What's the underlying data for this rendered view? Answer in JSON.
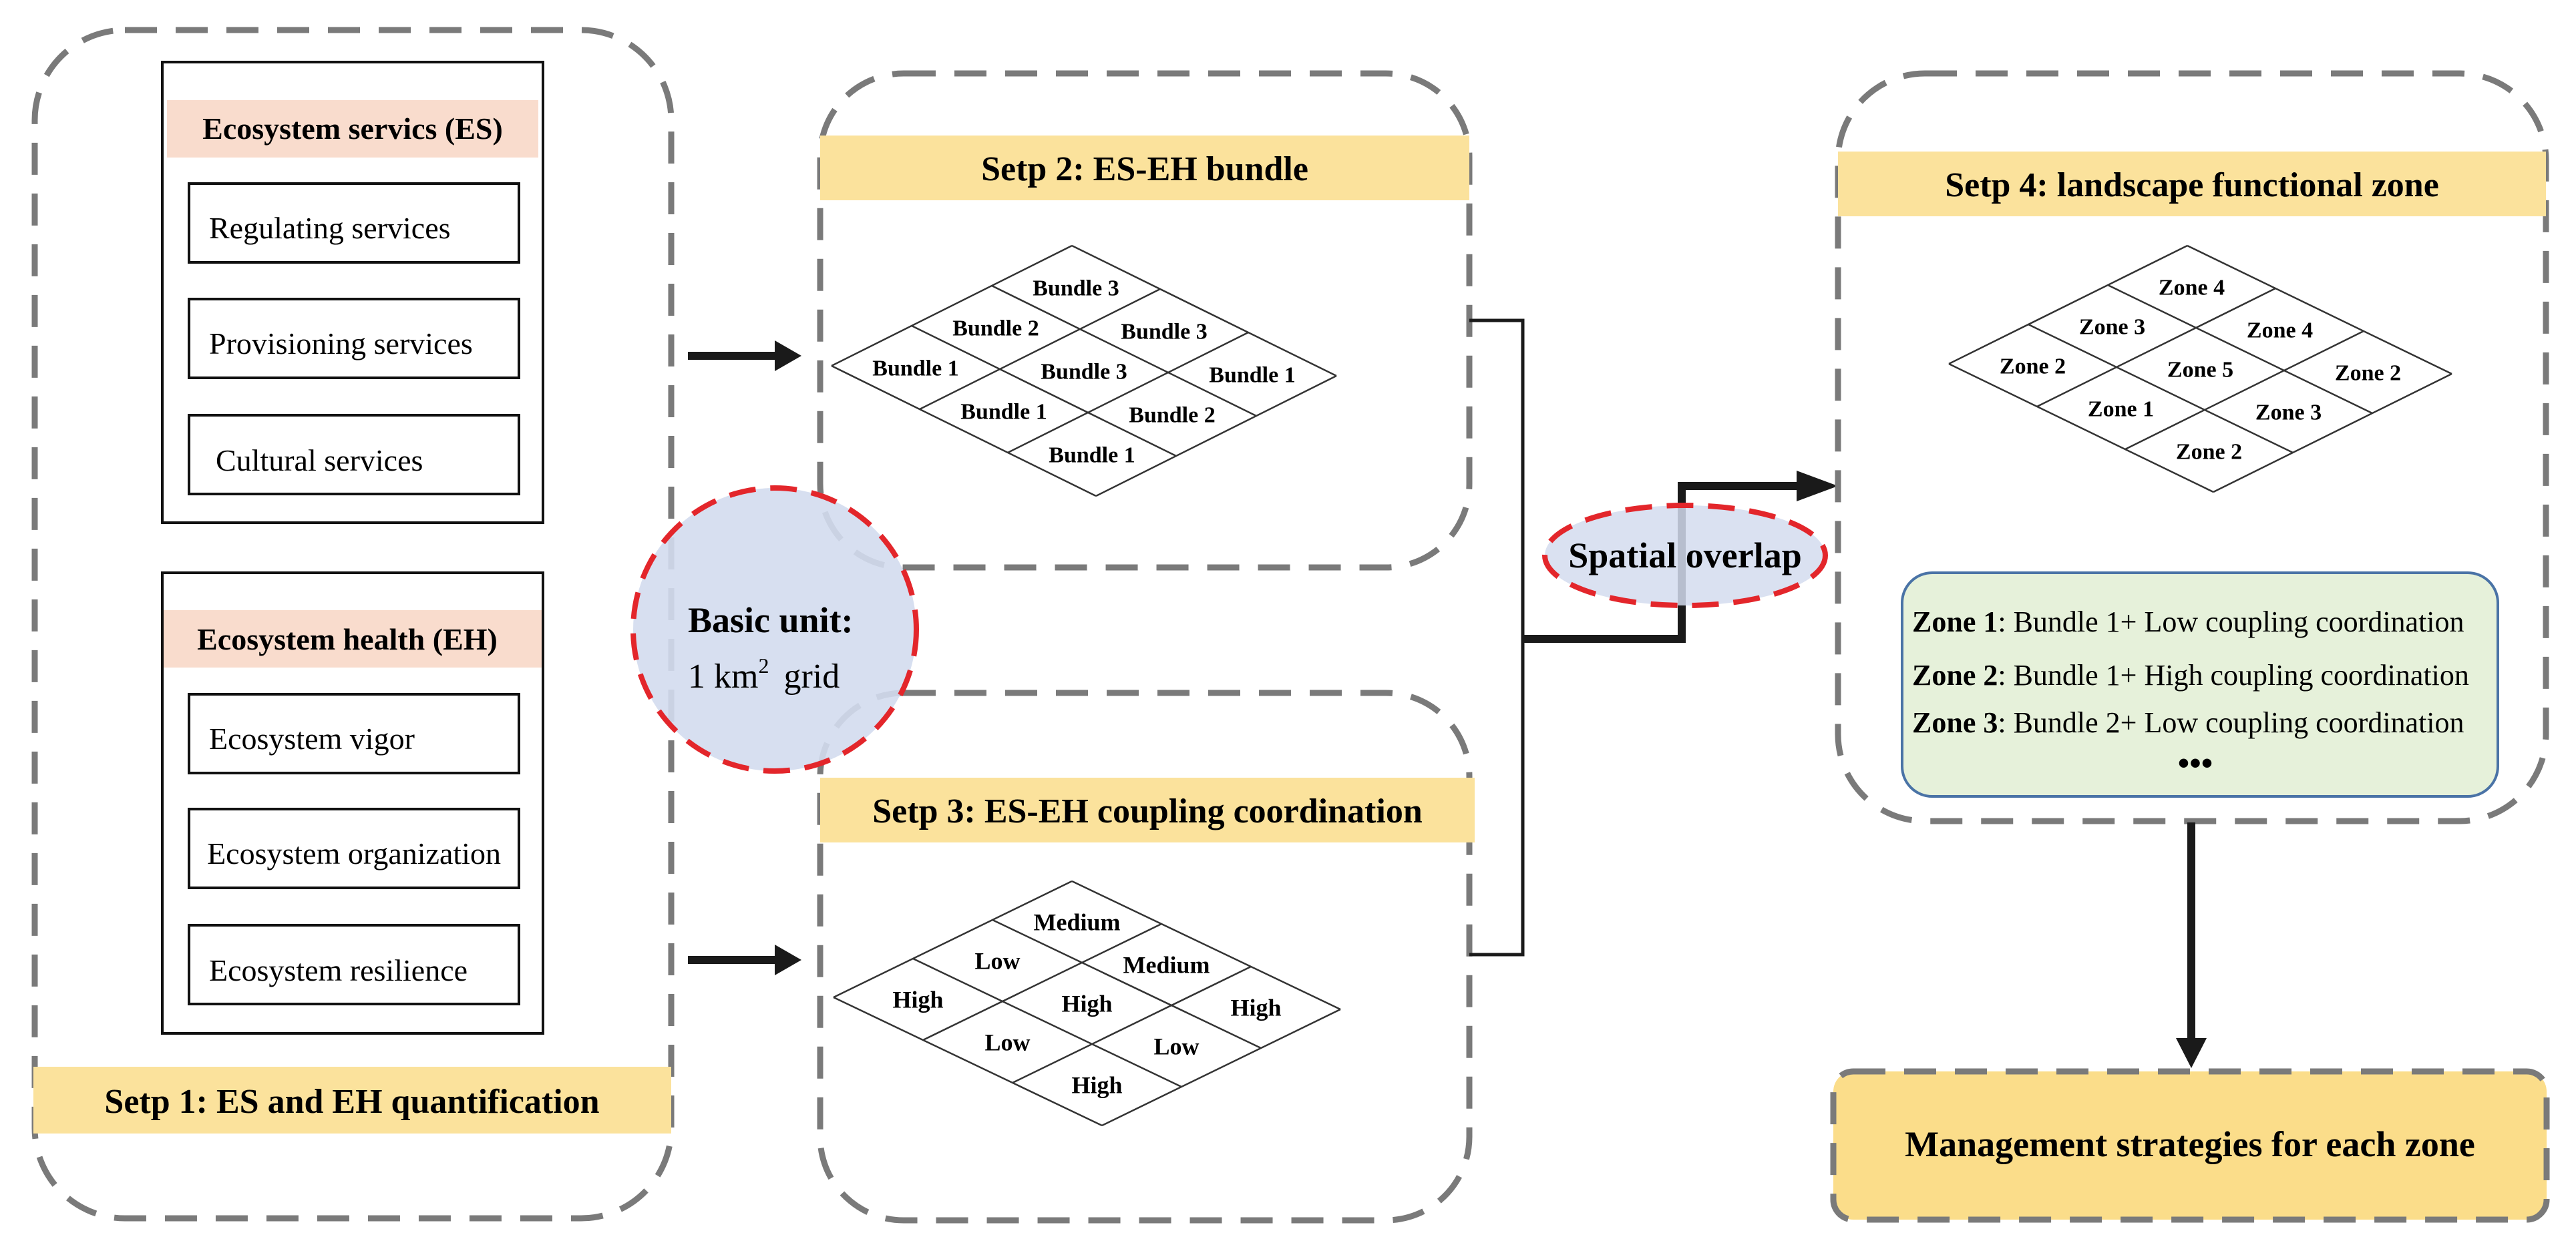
{
  "step1": {
    "title": "Setp 1: ES and EH quantification",
    "es": {
      "header": "Ecosystem servics (ES)",
      "items": [
        "Regulating services",
        "Provisioning services",
        "Cultural services"
      ]
    },
    "eh": {
      "header": "Ecosystem health (EH)",
      "items": [
        "Ecosystem vigor",
        "Ecosystem organization",
        "Ecosystem resilience"
      ]
    }
  },
  "basic_unit": {
    "title": "Basic unit:",
    "value": "1 km",
    "superscript": "2",
    "suffix": "grid"
  },
  "step2": {
    "title": "Setp 2: ES-EH bundle",
    "cells": [
      "Bundle 3",
      "Bundle 2",
      "Bundle 3",
      "Bundle 1",
      "Bundle 3",
      "Bundle 1",
      "Bundle 1",
      "Bundle 2",
      "Bundle 1"
    ]
  },
  "step3": {
    "title": "Setp 3: ES-EH coupling coordination",
    "cells": [
      "Medium",
      "Low",
      "Medium",
      "High",
      "High",
      "High",
      "Low",
      "Low",
      "High"
    ]
  },
  "spatial_overlap": "Spatial overlap",
  "step4": {
    "title": "Setp 4: landscape functional zone",
    "cells": [
      "Zone 4",
      "Zone 3",
      "Zone 4",
      "Zone 2",
      "Zone 5",
      "Zone 2",
      "Zone 1",
      "Zone 3",
      "Zone 2"
    ],
    "legend": [
      {
        "zone": "Zone 1",
        "desc": ": Bundle 1+ Low coupling coordination"
      },
      {
        "zone": "Zone 2",
        "desc": ": Bundle 1+ High coupling coordination"
      },
      {
        "zone": "Zone 3",
        "desc": ": Bundle 2+ Low coupling coordination"
      }
    ],
    "ellipsis": "•••"
  },
  "management": "Management strategies for each zone",
  "colors": {
    "dash_border": "#7a7a7a",
    "title_bar": "#fbe29c",
    "header_bar": "#f9dccd",
    "circle_fill": "#d3dcee",
    "circle_stroke": "#e3262b",
    "legend_fill": "#e6f1da",
    "legend_stroke": "#4a73a6",
    "management_fill": "#fbdd8a"
  }
}
